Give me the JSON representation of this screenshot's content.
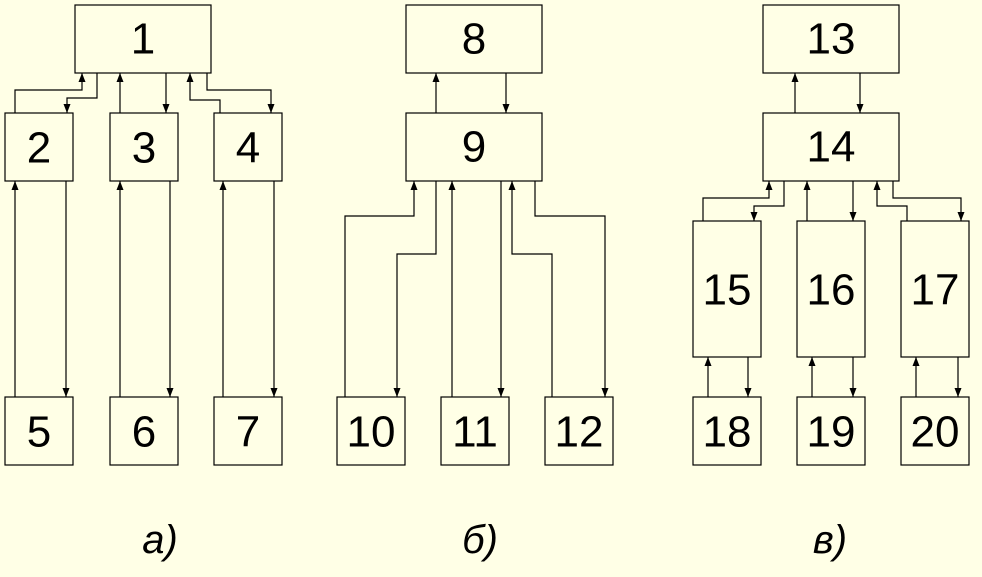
{
  "colors": {
    "background": "#FFFFE6",
    "stroke": "#000000"
  },
  "captions": {
    "a": "а)",
    "b": "б)",
    "c": "в)"
  },
  "blocks": {
    "b1": "1",
    "b2": "2",
    "b3": "3",
    "b4": "4",
    "b5": "5",
    "b6": "6",
    "b7": "7",
    "b8": "8",
    "b9": "9",
    "b10": "10",
    "b11": "11",
    "b12": "12",
    "b13": "13",
    "b14": "14",
    "b15": "15",
    "b16": "16",
    "b17": "17",
    "b18": "18",
    "b19": "19",
    "b20": "20"
  }
}
